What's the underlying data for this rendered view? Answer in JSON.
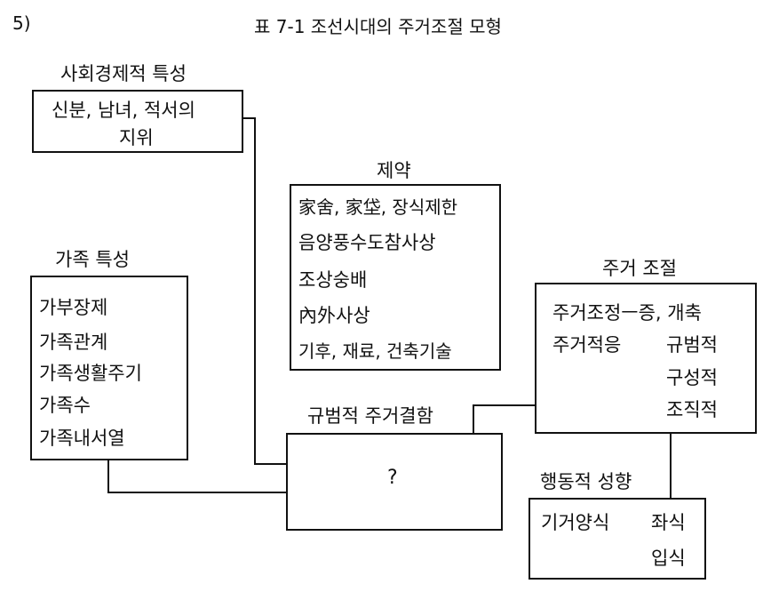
{
  "header": {
    "number": "5)",
    "title": "표 7-1 조선시대의 주거조절 모형"
  },
  "socio": {
    "title": "사회경제적 특성",
    "lines": [
      "신분, 남녀, 적서의",
      "지위"
    ]
  },
  "constraints": {
    "title": "제약",
    "lines": [
      "家舍, 家垈, 장식제한",
      "음양풍수도참사상",
      "조상숭배",
      "內外사상",
      "기후, 재료, 건축기술"
    ]
  },
  "family": {
    "title": "가족 특성",
    "lines": [
      "가부장제",
      "가족관계",
      "가족생활주기",
      "가족수",
      "가족내서열"
    ]
  },
  "adjust": {
    "title": "주거 조절",
    "line1": "주거조정ㅡ증, 개축",
    "root": "주거적응",
    "branches": [
      "규범적",
      "구성적",
      "조직적"
    ]
  },
  "deficit": {
    "title": "규범적 주거결함",
    "content": "?"
  },
  "behavior": {
    "title": "행동적 성향",
    "root": "기거양식",
    "branches": [
      "좌식",
      "입식"
    ]
  }
}
